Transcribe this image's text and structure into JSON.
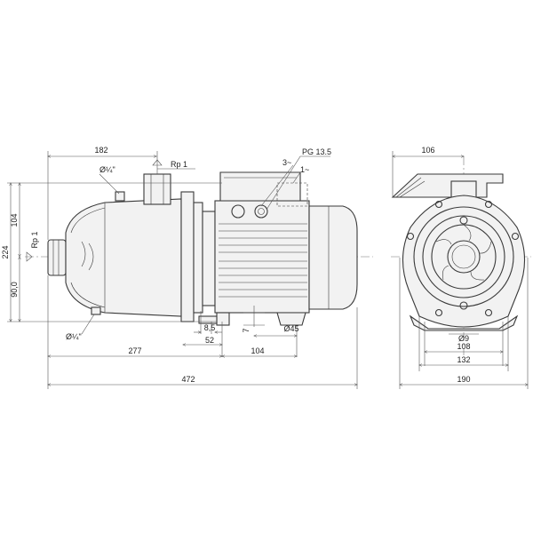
{
  "dimensions": {
    "overall_length": "472",
    "pump_length": "277",
    "foot_spacing": "104",
    "discharge_offset": "182",
    "height_total": "224",
    "height_upper": "104",
    "height_lower": "90,0",
    "foot_offset": "52",
    "slot_width": "8,5",
    "foot_height": "7",
    "foot_diameter": "Ø45",
    "side_width_top": "106",
    "base_width_outer": "190",
    "base_width_mid": "132",
    "hole_spacing": "108",
    "hole_diameter": "Ø9"
  },
  "labels": {
    "discharge_thread": "Rp 1",
    "suction_thread": "Rp 1",
    "vent_plug": "Ø¼\"",
    "drain_plug": "Ø¼\"",
    "cable_gland": "PG 13.5",
    "three_phase": "3~",
    "single_phase": "1~"
  }
}
